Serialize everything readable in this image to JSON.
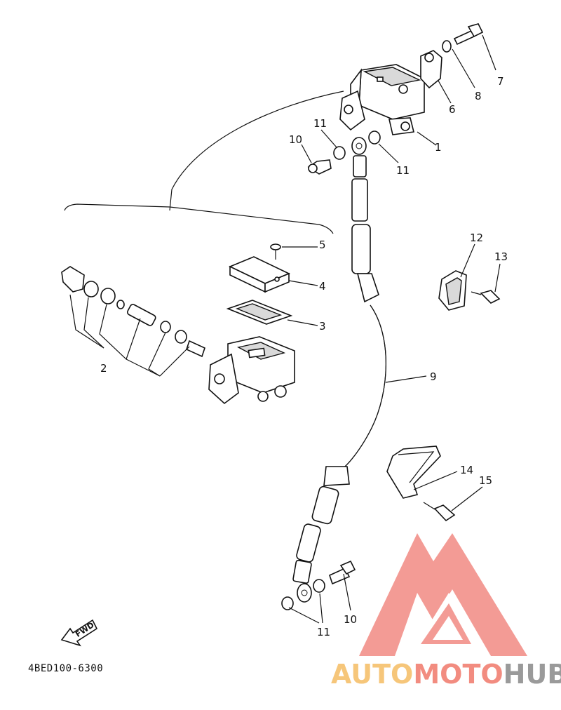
{
  "diagram": {
    "document_code": "4BED100-6300",
    "fwd_label": "FWD",
    "callouts": [
      {
        "id": "c1",
        "text": "1"
      },
      {
        "id": "c2",
        "text": "2"
      },
      {
        "id": "c3",
        "text": "3"
      },
      {
        "id": "c4",
        "text": "4"
      },
      {
        "id": "c5",
        "text": "5"
      },
      {
        "id": "c6",
        "text": "6"
      },
      {
        "id": "c7",
        "text": "7"
      },
      {
        "id": "c8",
        "text": "8"
      },
      {
        "id": "c9",
        "text": "9"
      },
      {
        "id": "c10a",
        "text": "10"
      },
      {
        "id": "c10b",
        "text": "10"
      },
      {
        "id": "c11a",
        "text": "11"
      },
      {
        "id": "c11b",
        "text": "11"
      },
      {
        "id": "c11c",
        "text": "11"
      },
      {
        "id": "c12",
        "text": "12"
      },
      {
        "id": "c13",
        "text": "13"
      },
      {
        "id": "c14",
        "text": "14"
      },
      {
        "id": "c15",
        "text": "15"
      }
    ]
  },
  "watermark": {
    "brand_part1": "AUTO",
    "brand_part2": "MOTO",
    "brand_part3": "HUB",
    "colors": {
      "auto": "#f6c67a",
      "moto": "#f28c80",
      "hub": "#9a9a9a",
      "logo": "#f07a72"
    }
  }
}
